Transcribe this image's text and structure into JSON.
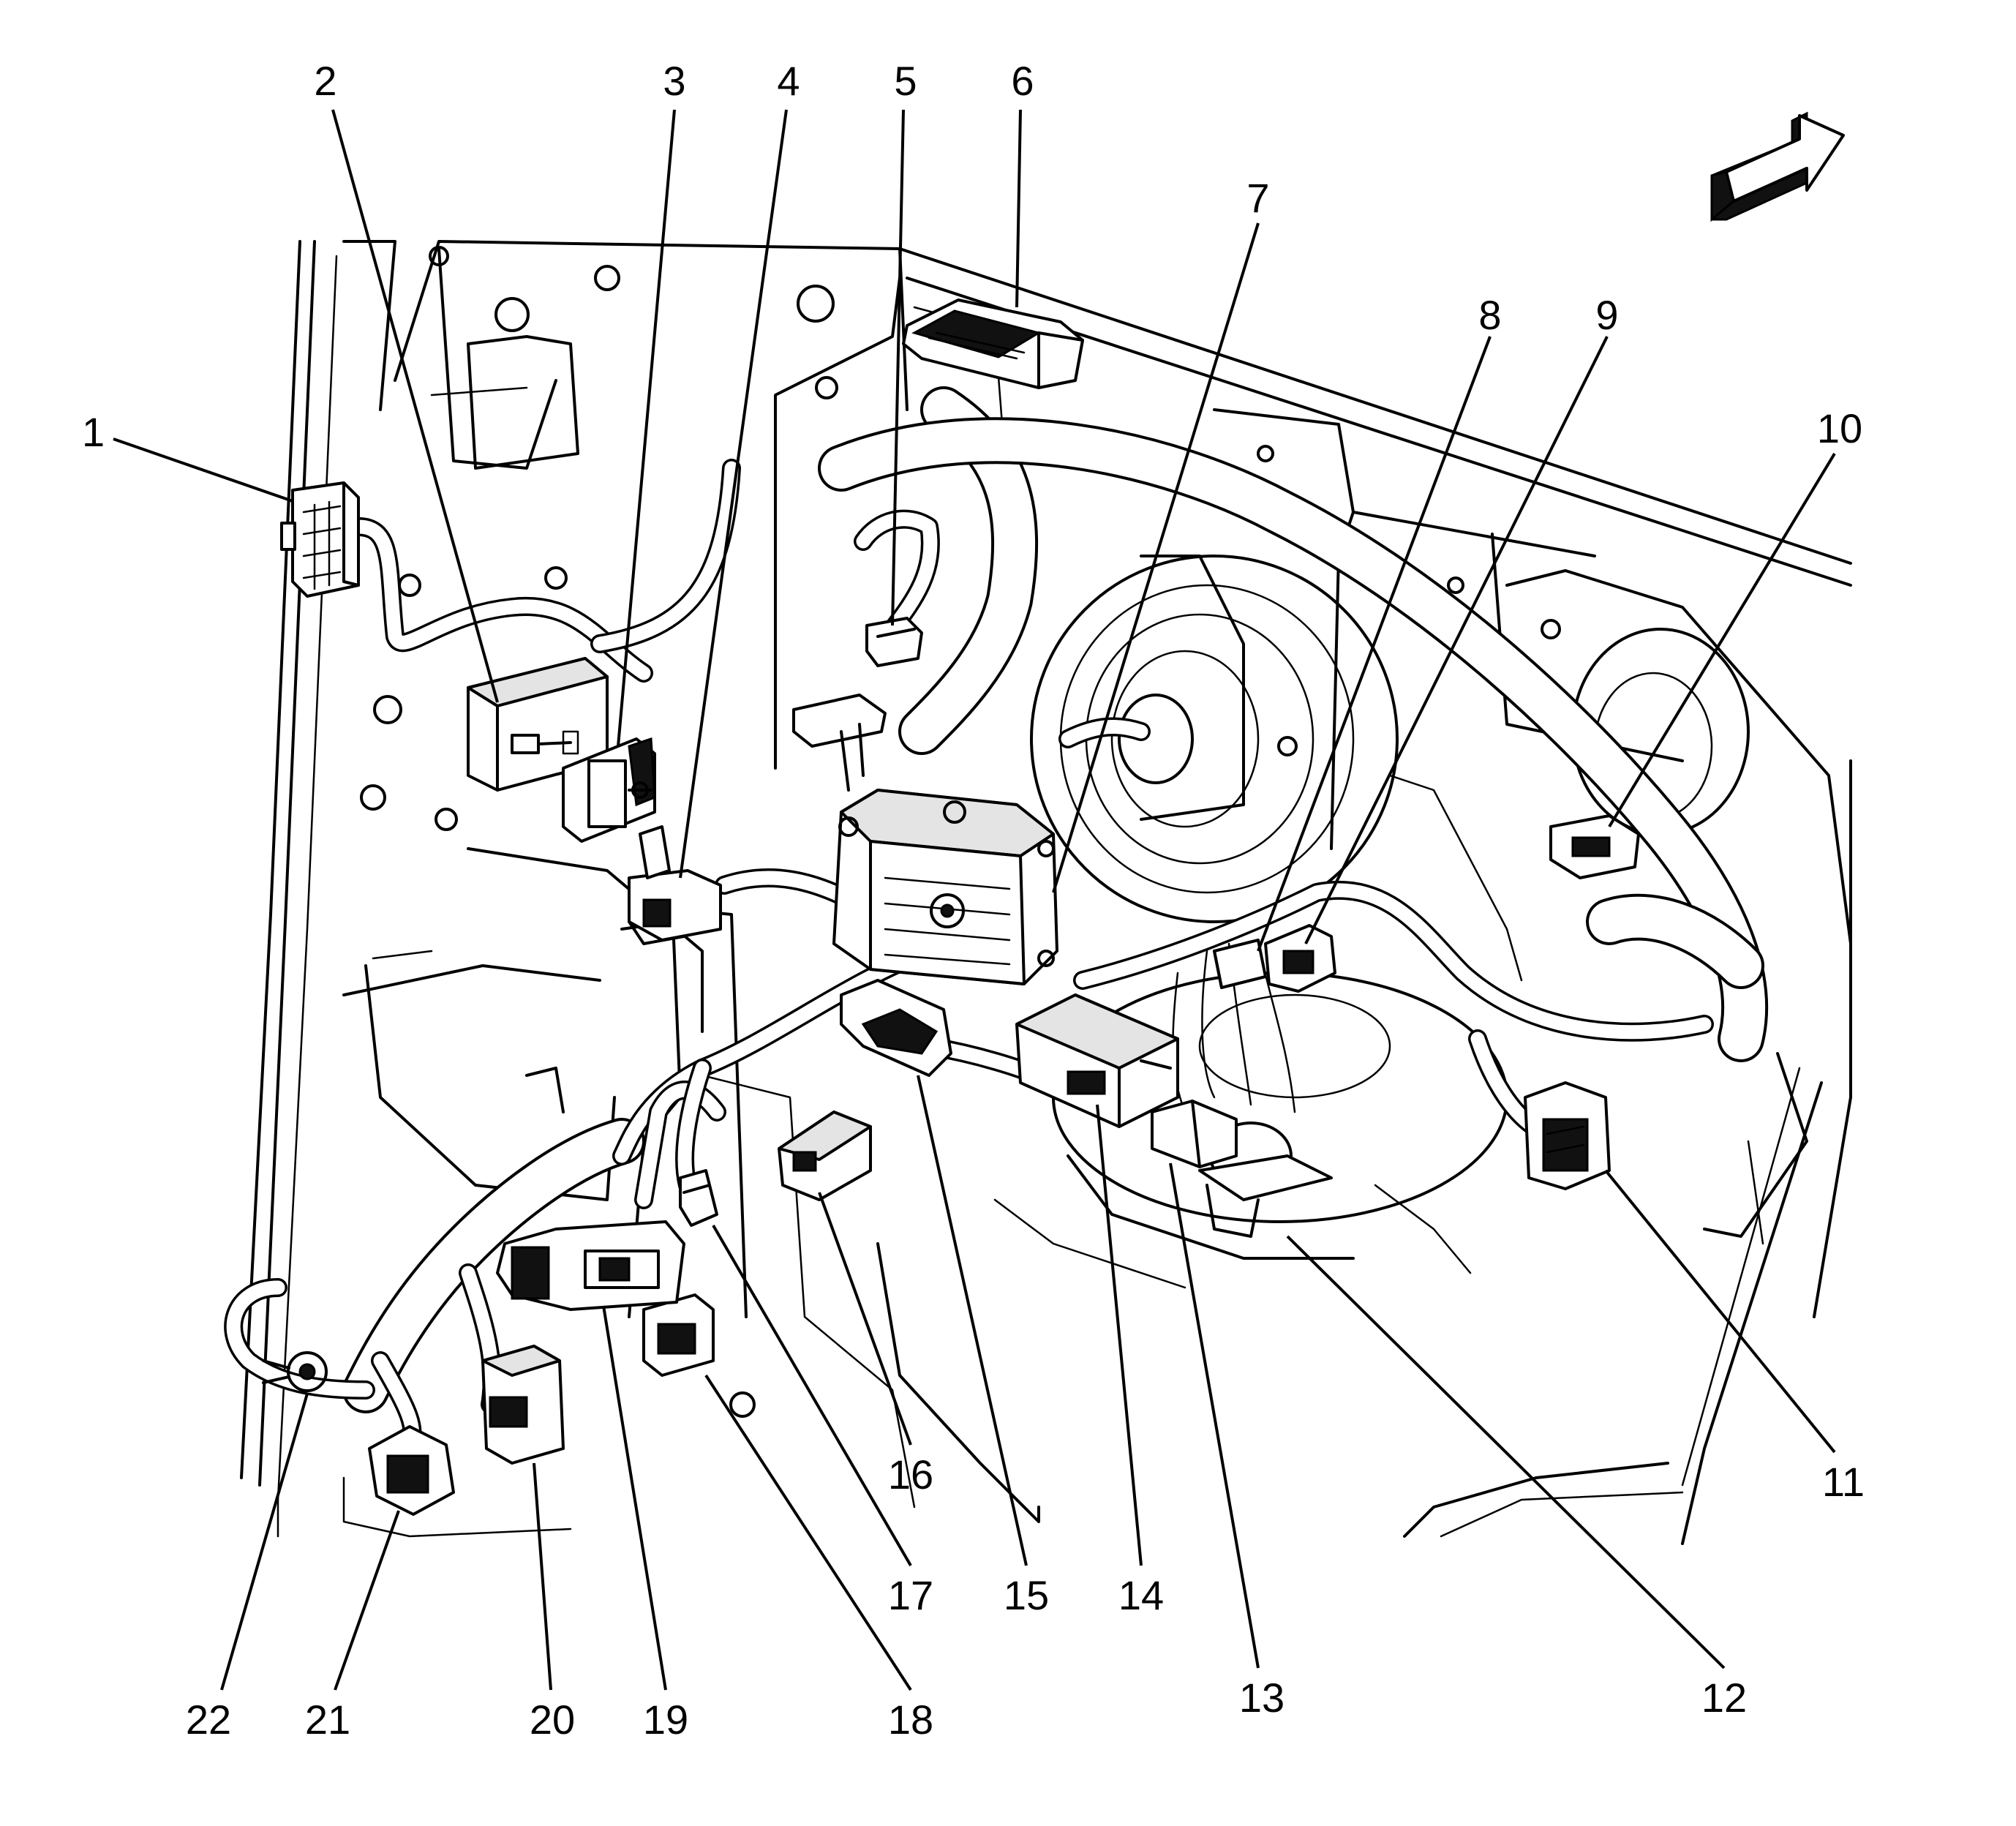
{
  "diagram": {
    "callouts": [
      {
        "id": "1",
        "text": "1"
      },
      {
        "id": "2",
        "text": "2"
      },
      {
        "id": "3",
        "text": "3"
      },
      {
        "id": "4",
        "text": "4"
      },
      {
        "id": "5",
        "text": "5"
      },
      {
        "id": "6",
        "text": "6"
      },
      {
        "id": "7",
        "text": "7"
      },
      {
        "id": "8",
        "text": "8"
      },
      {
        "id": "9",
        "text": "9"
      },
      {
        "id": "10",
        "text": "10"
      },
      {
        "id": "11",
        "text": "11"
      },
      {
        "id": "12",
        "text": "12"
      },
      {
        "id": "13",
        "text": "13"
      },
      {
        "id": "14",
        "text": "14"
      },
      {
        "id": "15",
        "text": "15"
      },
      {
        "id": "16",
        "text": "16"
      },
      {
        "id": "17",
        "text": "17"
      },
      {
        "id": "18",
        "text": "18"
      },
      {
        "id": "19",
        "text": "19"
      },
      {
        "id": "20",
        "text": "20"
      },
      {
        "id": "21",
        "text": "21"
      },
      {
        "id": "22",
        "text": "22"
      }
    ],
    "orientation_icon": "forward-arrow-icon"
  }
}
